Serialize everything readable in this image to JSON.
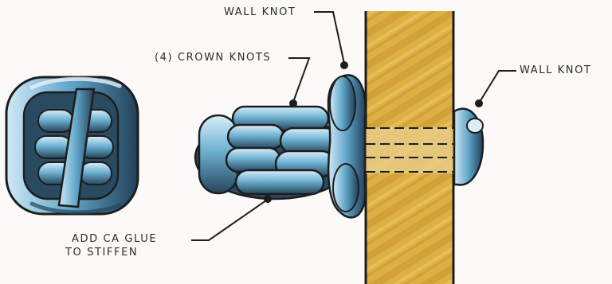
{
  "labels": {
    "wall_knot_top": "WALL KNOT",
    "crown_knots": "(4) CROWN KNOTS",
    "wall_knot_right": "WALL KNOT",
    "ca_glue_line1": "ADD CA GLUE",
    "ca_glue_line2": "TO STIFFEN"
  },
  "colors": {
    "cord": "#5fa4c7",
    "cord_highlight": "#d9eef8",
    "cord_shadow": "#1f3a4d",
    "wood": "#dcb043",
    "ink": "#1d1d1d"
  }
}
